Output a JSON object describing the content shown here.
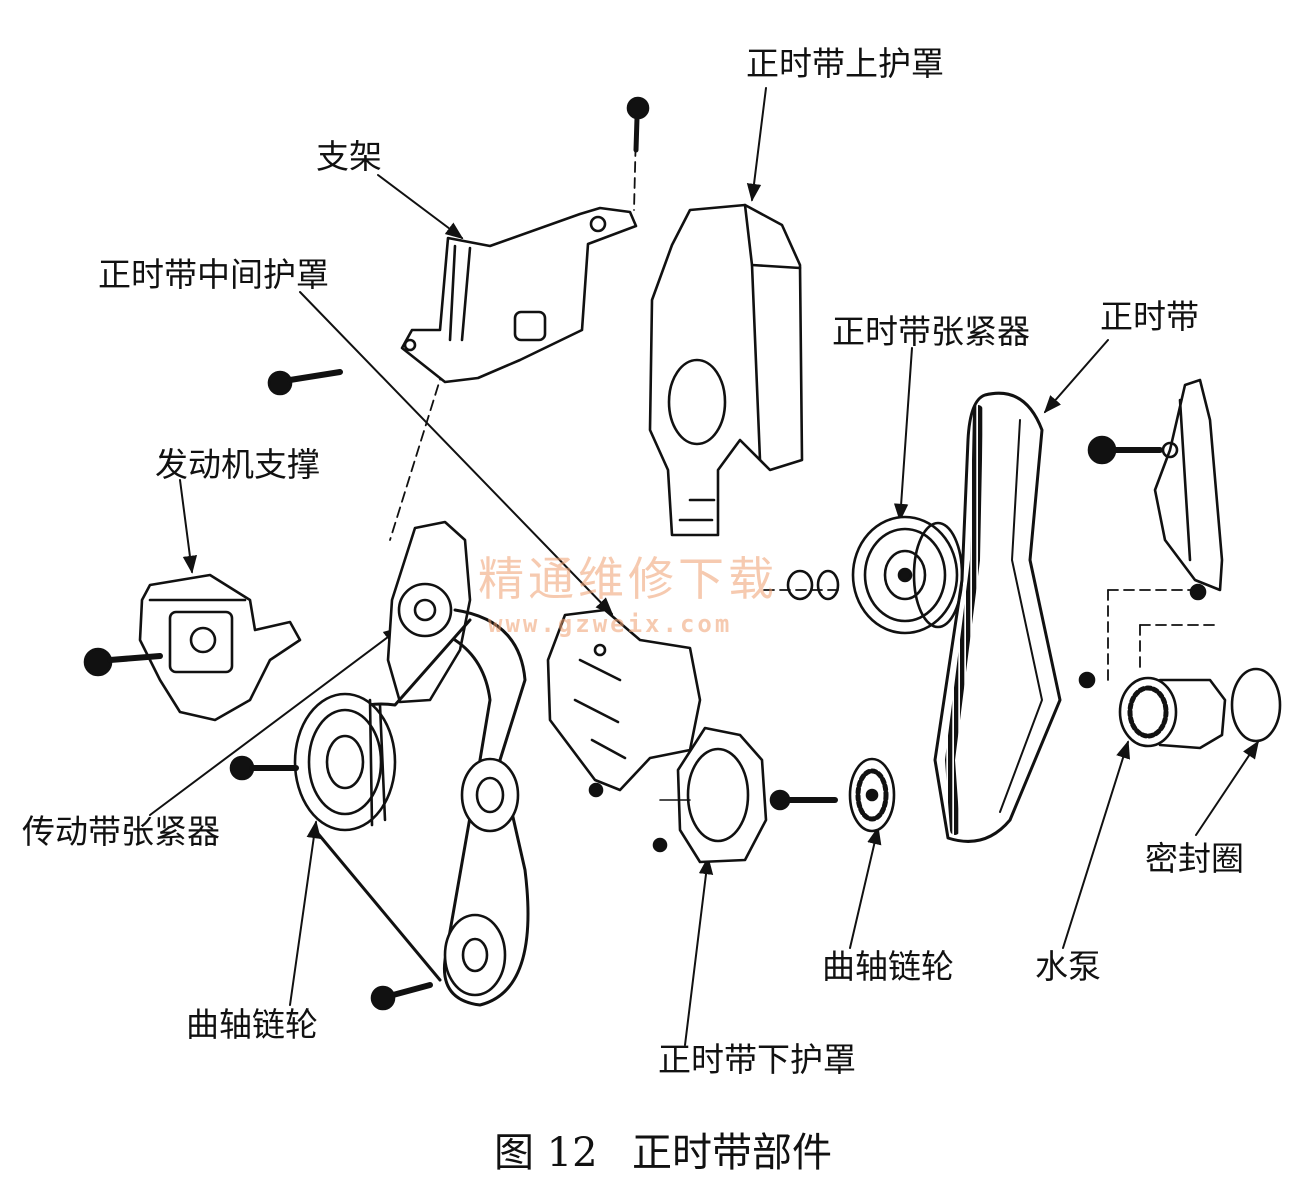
{
  "labels": {
    "upper_cover": "正时带上护罩",
    "bracket": "支架",
    "middle_cover": "正时带中间护罩",
    "timing_tensioner": "正时带张紧器",
    "timing_belt": "正时带",
    "engine_mount": "发动机支撑",
    "drive_tensioner": "传动带张紧器",
    "seal_ring": "密封圈",
    "crank_sprocket_right": "曲轴链轮",
    "water_pump": "水泵",
    "crank_sprocket_left": "曲轴链轮",
    "lower_cover": "正时带下护罩"
  },
  "caption": {
    "figure_no": "图 12",
    "title": "正时带部件"
  },
  "watermark": {
    "cn": "精通维修下载",
    "en": "www.gzweix.com",
    "color": "#f0a070"
  },
  "colors": {
    "ink": "#111111",
    "paper": "#ffffff"
  }
}
